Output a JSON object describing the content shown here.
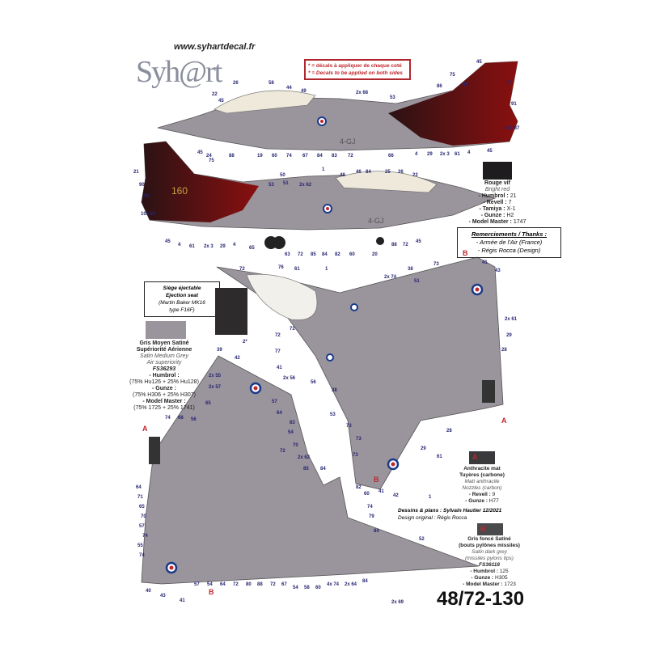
{
  "header": {
    "logo_text": "Syh@rt",
    "website": "www.syhartdecal.fr",
    "note_fr": "* = décals à appliquer de chaque coté",
    "note_en": "* = Decals to be applied on both sides"
  },
  "ejection_seat": {
    "line1": "Siège éjectable",
    "line2": "Ejection seat",
    "line3": "(Martin Baker MK16",
    "line4": "type F16F)",
    "ref": "2*"
  },
  "colors": [
    {
      "id": "gris-moyen",
      "hex": "#9a949c",
      "name_fr": "Gris Moyen Satiné",
      "name_fr2": "Supériorité Aérienne",
      "name_en": "Satin Medium Grey",
      "name_en2": "Air superiority",
      "fs": "FS36293",
      "humbrol_label": "- Humbrol :",
      "humbrol": "(75% Hu126 + 25% Hu128)",
      "gunze_label": "- Gunze :",
      "gunze": "(75% H306 + 25% H307)",
      "mm_label": "- Model Master :",
      "mm": "(75% 1725 + 25% 1741)"
    },
    {
      "id": "rouge-vif",
      "hex": "#1e1c1e",
      "name_fr": "Rouge vif",
      "name_en": "Bright red",
      "humbrol_label": "- Humbrol :",
      "humbrol": "21",
      "revell_label": "- Revell :",
      "revell": "7",
      "tamiya_label": "- Tamiya :",
      "tamiya": "X-1",
      "gunze_label": "- Gunze :",
      "gunze": "H2",
      "mm_label": "- Model Master :",
      "mm": "1747"
    },
    {
      "id": "anthracite",
      "hex": "#3a3a3c",
      "letter": "A",
      "name_fr": "Anthracite mat",
      "name_fr2": "Tuyères (carbone)",
      "name_en": "Matt anthracite",
      "name_en2": "Nozzles (carbon)",
      "revell_label": "- Revell :",
      "revell": "9",
      "gunze_label": "- Gunze :",
      "gunze": "H77"
    },
    {
      "id": "gris-fonce",
      "hex": "#4a494c",
      "letter": "B",
      "name_fr": "Gris foncé Satiné",
      "name_fr2": "(bouts pylônes missiles)",
      "name_en": "Satin dark grey",
      "name_en2": "(missiles pylons tips)",
      "fs": "FS36118",
      "humbrol_label": "- Humbrol :",
      "humbrol": "125",
      "gunze_label": "- Gunze :",
      "gunze": "H305",
      "mm_label": "- Model Master :",
      "mm": "1723"
    }
  ],
  "thanks": {
    "title": "Remerciements / Thanks :",
    "line1": "- Armée de l'Air (France)",
    "line2": "- Régis Rocca (Design)"
  },
  "credits": {
    "line1": "Dessins & plans : Sylvain Hautier 12/2021",
    "line2": "Design original : Régis Rocca"
  },
  "reference": "48/72-130",
  "aircraft_code": "4-GJ",
  "tail_marking": "160",
  "accent_red": "#c0272d",
  "callouts": [
    "26",
    "58",
    "44",
    "49",
    "22",
    "45",
    "2x 68",
    "53",
    "75",
    "86",
    "89",
    "45",
    "17",
    "91",
    "10x 87",
    "24",
    "88",
    "19",
    "60",
    "74",
    "67",
    "84",
    "83",
    "72",
    "66",
    "4",
    "29",
    "2x 3",
    "61",
    "4",
    "45",
    "45",
    "75",
    "21",
    "90",
    "92",
    "10x 87",
    "50",
    "51",
    "2x 62",
    "1",
    "48",
    "46",
    "84",
    "25",
    "26",
    "22",
    "53",
    "45",
    "4",
    "61",
    "2x 3",
    "29",
    "4",
    "65",
    "63",
    "72",
    "85",
    "84",
    "82",
    "60",
    "20",
    "88",
    "72",
    "45",
    "72",
    "76",
    "61",
    "1",
    "2x 74",
    "38",
    "51",
    "73",
    "41",
    "43",
    "72",
    "77",
    "72",
    "56",
    "38",
    "53",
    "73",
    "73",
    "29",
    "28",
    "61",
    "29",
    "28",
    "2x 61",
    "41",
    "42",
    "1",
    "2x 56",
    "39",
    "42",
    "41",
    "2x 55",
    "2x 57",
    "65",
    "74",
    "68",
    "56",
    "57",
    "64",
    "83",
    "54",
    "70",
    "72",
    "2x 62",
    "85",
    "84",
    "82",
    "60",
    "74",
    "79",
    "84",
    "73",
    "64",
    "71",
    "65",
    "70",
    "57",
    "74",
    "55",
    "74",
    "40",
    "43",
    "41",
    "57",
    "54",
    "64",
    "72",
    "80",
    "88",
    "72",
    "67",
    "54",
    "58",
    "60",
    "4x 74",
    "2x 64",
    "84",
    "2x 69",
    "52"
  ]
}
